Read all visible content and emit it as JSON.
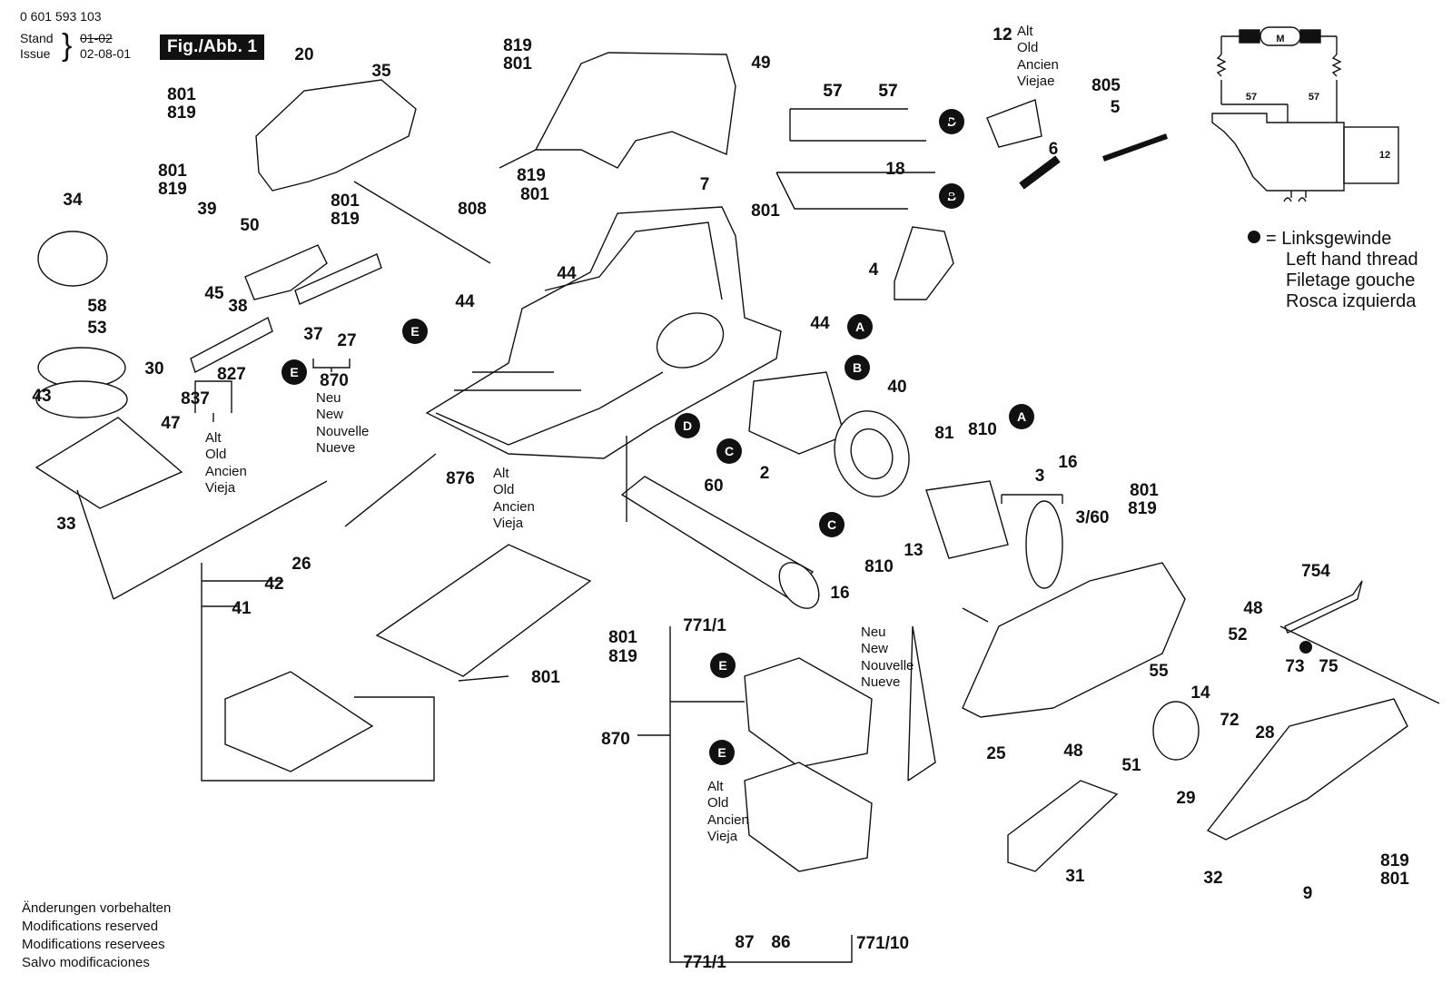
{
  "header": {
    "part_number": "0 601 593 103",
    "stand_label": "Stand",
    "issue_label": "Issue",
    "stand_date": "01-02",
    "issue_date": "02-08-01",
    "figure_label": "Fig./Abb. 1"
  },
  "legend": {
    "lines": [
      "= Linksgewinde",
      "Left hand thread",
      "Filetage gouche",
      "Rosca izquierda"
    ]
  },
  "footer_notes": [
    "Änderungen vorbehalten",
    "Modifications reserved",
    "Modifications reservees",
    "Salvo modificaciones"
  ],
  "labels": {
    "old": [
      "Alt",
      "Old",
      "Ancien",
      "Vieja"
    ],
    "old_alt": [
      "Alt",
      "Old",
      "Ancien",
      "Viejae"
    ],
    "new": [
      "Neu",
      "New",
      "Nouvelle",
      "Nueve"
    ]
  },
  "circle_markers": [
    {
      "text": "A"
    },
    {
      "text": "A"
    },
    {
      "text": "B"
    },
    {
      "text": "B"
    },
    {
      "text": "C"
    },
    {
      "text": "C"
    },
    {
      "text": "D"
    },
    {
      "text": "D"
    },
    {
      "text": "E"
    },
    {
      "text": "E"
    },
    {
      "text": "E"
    },
    {
      "text": "E"
    }
  ],
  "part_labels": [
    "20",
    "35",
    "801",
    "819",
    "34",
    "801",
    "819",
    "39",
    "50",
    "58",
    "53",
    "45",
    "38",
    "30",
    "43",
    "47",
    "33",
    "801",
    "819",
    "37",
    "27",
    "870",
    "827",
    "837",
    "44",
    "808",
    "819",
    "801",
    "49",
    "819",
    "801",
    "7",
    "801",
    "44",
    "44",
    "12",
    "57",
    "57",
    "D",
    "18",
    "B",
    "805",
    "5",
    "6",
    "4",
    "12",
    "57",
    "57",
    "2",
    "40",
    "81",
    "810",
    "16",
    "3",
    "3/60",
    "13",
    "810",
    "16",
    "60",
    "876",
    "26",
    "42",
    "41",
    "801",
    "819",
    "801",
    "771/1",
    "870",
    "771/1",
    "87",
    "86",
    "771/10",
    "801",
    "819",
    "48",
    "52",
    "55",
    "14",
    "73",
    "75",
    "28",
    "25",
    "48",
    "51",
    "72",
    "29",
    "754",
    "31",
    "32",
    "9",
    "819",
    "801"
  ],
  "schematic": {
    "motor_label": "M",
    "switch_label": "12",
    "wire_labels": [
      "57",
      "57"
    ]
  }
}
